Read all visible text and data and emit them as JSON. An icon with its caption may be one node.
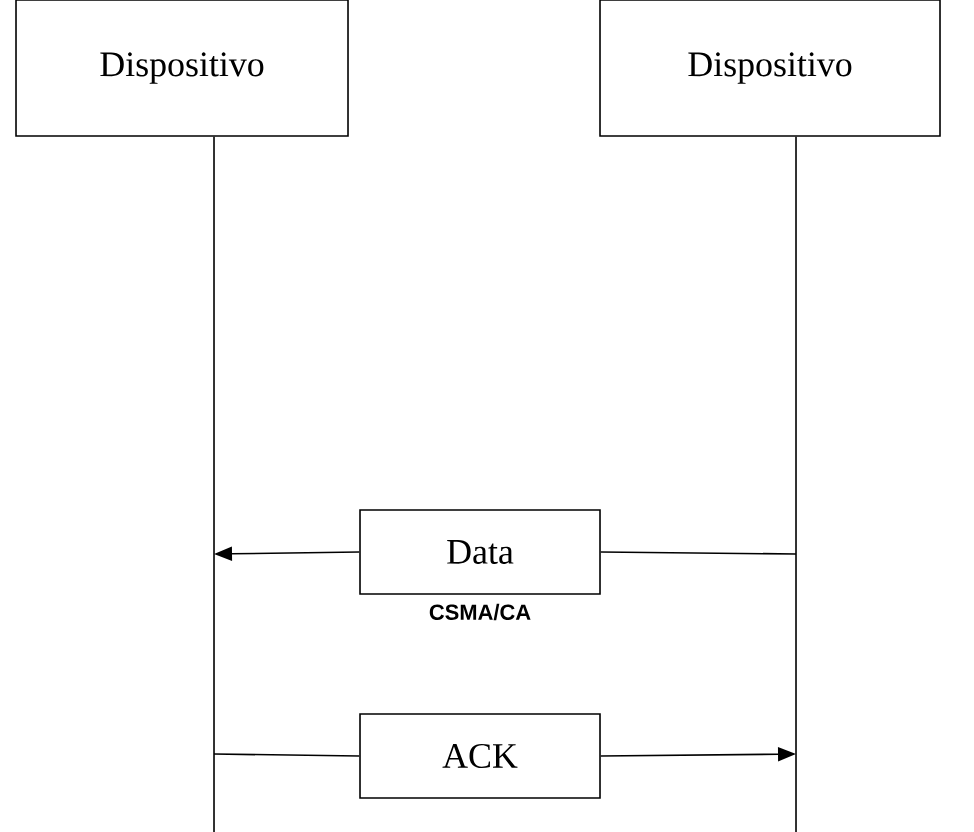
{
  "diagram": {
    "nodes": [
      {
        "text": [
          "Dispositivo"
        ]
      },
      {
        "text": [
          "Dispositivo"
        ]
      },
      {
        "text": [
          "Data"
        ]
      },
      {
        "text": [
          "ACK"
        ]
      }
    ],
    "edges": [
      {
        "from": 0,
        "to": null,
        "arrow": "none"
      },
      {
        "from": 1,
        "to": null,
        "arrow": "none"
      },
      {
        "from": null,
        "to": 2,
        "arrow": "none"
      },
      {
        "from": 2,
        "to": null,
        "arrow": "to"
      },
      {
        "from": null,
        "to": 3,
        "arrow": "none"
      },
      {
        "from": 3,
        "to": null,
        "arrow": "to"
      }
    ],
    "labels": [
      "CSMA/CA"
    ]
  }
}
